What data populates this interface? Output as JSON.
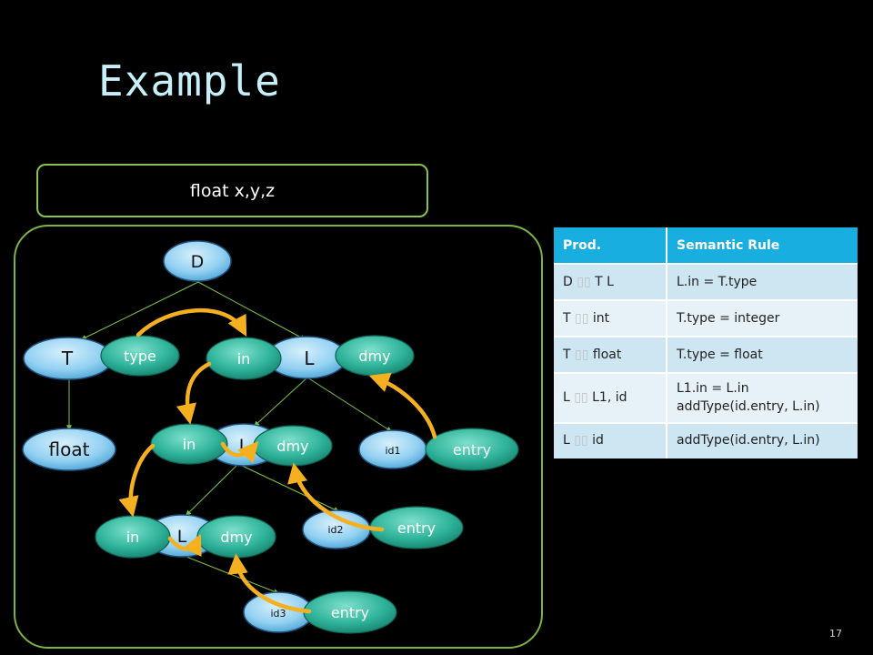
{
  "slide": {
    "title": "Example",
    "page_number": "17"
  },
  "code_box": {
    "text": "float x,y,z"
  },
  "tree": {
    "nodes": {
      "D": "D",
      "T": "T",
      "L": "L",
      "float": "float",
      "L1": "L",
      "L2": "L",
      "id1": "id1",
      "id2": "id2",
      "id3": "id3"
    },
    "attributes": {
      "type": "type",
      "in": "in",
      "dmy": "dmy",
      "entry": "entry"
    }
  },
  "rules_table": {
    "headers": [
      "Prod.",
      "Semantic Rule"
    ],
    "rows": [
      {
        "prod_lhs": "D",
        "prod_rhs": "T L",
        "rule": "L.in = T.type"
      },
      {
        "prod_lhs": "T",
        "prod_rhs": "int",
        "rule": "T.type = integer"
      },
      {
        "prod_lhs": "T",
        "prod_rhs": "float",
        "rule": "T.type = float"
      },
      {
        "prod_lhs": "L",
        "prod_rhs": "L1, id",
        "rule": "L1.in = L.in\naddType(id.entry, L.in)"
      },
      {
        "prod_lhs": "L",
        "prod_rhs": "id",
        "rule": "addType(id.entry, L.in)"
      }
    ],
    "arrow_glyph": "▯▯"
  },
  "colors": {
    "node_fill": "#8ecdf0",
    "attr_fill": "#2fb39a",
    "flow_arrow": "#f5b020",
    "tree_edge": "#7cc142",
    "table_header": "#19aee0"
  }
}
